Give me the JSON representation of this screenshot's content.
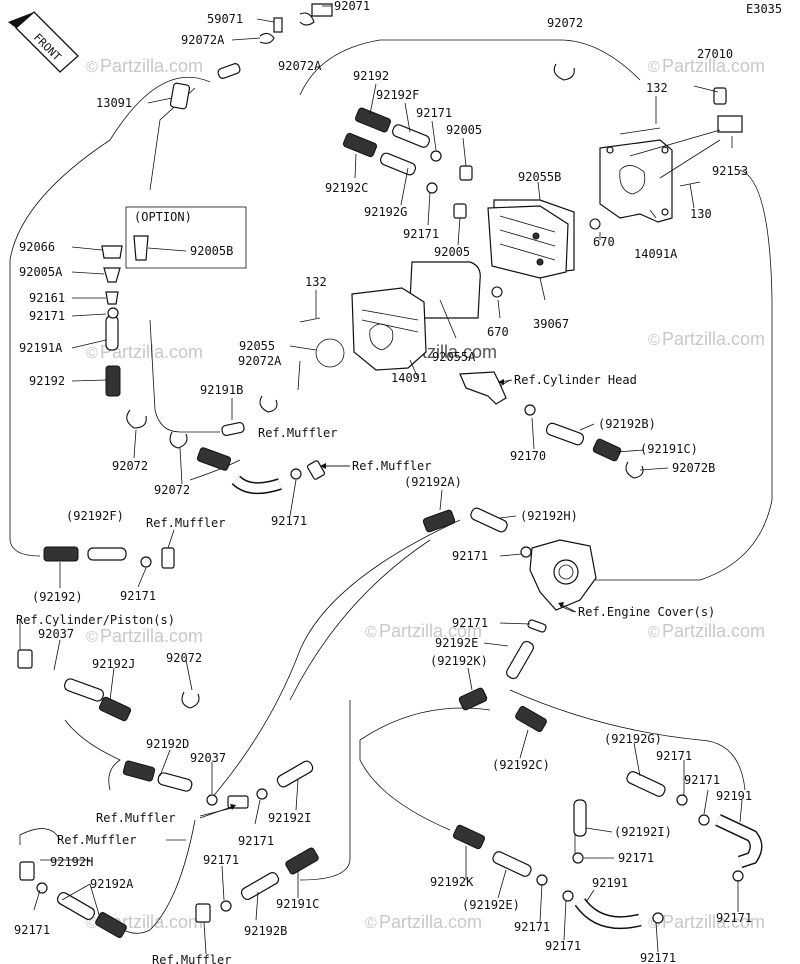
{
  "diagram_code": "E3035",
  "front_label": "FRONT",
  "option_label": "(OPTION)",
  "watermark": "Partzilla.com",
  "labels": [
    {
      "id": "p59071",
      "text": "59071"
    },
    {
      "id": "p92071",
      "text": "92071"
    },
    {
      "id": "p92072A_a",
      "text": "92072A"
    },
    {
      "id": "p92072A_b",
      "text": "92072A"
    },
    {
      "id": "p92072_top",
      "text": "92072"
    },
    {
      "id": "p13091",
      "text": "13091"
    },
    {
      "id": "p92192",
      "text": "92192"
    },
    {
      "id": "p92192F",
      "text": "92192F"
    },
    {
      "id": "p92171_a",
      "text": "92171"
    },
    {
      "id": "p92005_a",
      "text": "92005"
    },
    {
      "id": "p92192C",
      "text": "92192C"
    },
    {
      "id": "p92192G",
      "text": "92192G"
    },
    {
      "id": "p92171_b",
      "text": "92171"
    },
    {
      "id": "p92005_b",
      "text": "92005"
    },
    {
      "id": "p92055B",
      "text": "92055B"
    },
    {
      "id": "p132_a",
      "text": "132"
    },
    {
      "id": "p27010",
      "text": "27010"
    },
    {
      "id": "p92153",
      "text": "92153"
    },
    {
      "id": "p130",
      "text": "130"
    },
    {
      "id": "p14091A",
      "text": "14091A"
    },
    {
      "id": "p670_a",
      "text": "670"
    },
    {
      "id": "p670_b",
      "text": "670"
    },
    {
      "id": "p39067",
      "text": "39067"
    },
    {
      "id": "p92066",
      "text": "92066"
    },
    {
      "id": "p92005B",
      "text": "92005B"
    },
    {
      "id": "p92005A",
      "text": "92005A"
    },
    {
      "id": "p92161",
      "text": "92161"
    },
    {
      "id": "p92171_c",
      "text": "92171"
    },
    {
      "id": "p92191A",
      "text": "92191A"
    },
    {
      "id": "p92192_b",
      "text": "92192"
    },
    {
      "id": "p132_b",
      "text": "132"
    },
    {
      "id": "p92055",
      "text": "92055"
    },
    {
      "id": "p92072A_c",
      "text": "92072A"
    },
    {
      "id": "p92055A",
      "text": "92055A"
    },
    {
      "id": "p14091",
      "text": "14091"
    },
    {
      "id": "refCyl",
      "text": "Ref.Cylinder Head"
    },
    {
      "id": "p92191B",
      "text": "92191B"
    },
    {
      "id": "refMuf1",
      "text": "Ref.Muffler"
    },
    {
      "id": "p92072_b",
      "text": "92072"
    },
    {
      "id": "p92072_c",
      "text": "92072"
    },
    {
      "id": "refMuf2",
      "text": "Ref.Muffler"
    },
    {
      "id": "p92171_d",
      "text": "92171"
    },
    {
      "id": "p92192B_p",
      "text": "(92192B)"
    },
    {
      "id": "p92191C_p",
      "text": "(92191C)"
    },
    {
      "id": "p92170",
      "text": "92170"
    },
    {
      "id": "p92072B",
      "text": "92072B"
    },
    {
      "id": "p92192A_p",
      "text": "(92192A)"
    },
    {
      "id": "p92192F_p",
      "text": "(92192F)"
    },
    {
      "id": "refMuf3",
      "text": "Ref.Muffler"
    },
    {
      "id": "p92192H_p",
      "text": "(92192H)"
    },
    {
      "id": "p92171_e",
      "text": "92171"
    },
    {
      "id": "p92192_p",
      "text": "(92192)"
    },
    {
      "id": "p92171_f",
      "text": "92171"
    },
    {
      "id": "refCylPist",
      "text": "Ref.Cylinder/Piston(s)"
    },
    {
      "id": "p92037_a",
      "text": "92037"
    },
    {
      "id": "p92171_g",
      "text": "92171"
    },
    {
      "id": "refEngCov",
      "text": "Ref.Engine Cover(s)"
    },
    {
      "id": "p92192E",
      "text": "92192E"
    },
    {
      "id": "p92192K_p",
      "text": "(92192K)"
    },
    {
      "id": "p92192J",
      "text": "92192J"
    },
    {
      "id": "p92072_d",
      "text": "92072"
    },
    {
      "id": "p92192D",
      "text": "92192D"
    },
    {
      "id": "p92037_b",
      "text": "92037"
    },
    {
      "id": "p92192C_p",
      "text": "(92192C)"
    },
    {
      "id": "p92192G_p",
      "text": "(92192G)"
    },
    {
      "id": "p92171_h",
      "text": "92171"
    },
    {
      "id": "p92171_i",
      "text": "92171"
    },
    {
      "id": "p92191",
      "text": "92191"
    },
    {
      "id": "refMuf4",
      "text": "Ref.Muffler"
    },
    {
      "id": "p92171_j",
      "text": "92171"
    },
    {
      "id": "p92192I",
      "text": "92192I"
    },
    {
      "id": "p92192I_p",
      "text": "(92192I)"
    },
    {
      "id": "refMuf5",
      "text": "Ref.Muffler"
    },
    {
      "id": "p92171_k",
      "text": "92171"
    },
    {
      "id": "p92192H",
      "text": "92192H"
    },
    {
      "id": "p92192A",
      "text": "92192A"
    },
    {
      "id": "p92171_l",
      "text": "92171"
    },
    {
      "id": "p92191C",
      "text": "92191C"
    },
    {
      "id": "p92192K",
      "text": "92192K"
    },
    {
      "id": "p92192E_p",
      "text": "(92192E)"
    },
    {
      "id": "p92191_b",
      "text": "92191"
    },
    {
      "id": "p92171_m",
      "text": "92171"
    },
    {
      "id": "p92171_n",
      "text": "92171"
    },
    {
      "id": "p92171_o",
      "text": "92171"
    },
    {
      "id": "p92192B",
      "text": "92192B"
    },
    {
      "id": "p92171_p",
      "text": "92171"
    },
    {
      "id": "p92171_q",
      "text": "92171"
    },
    {
      "id": "refMuf6",
      "text": "Ref.Muffler"
    }
  ]
}
